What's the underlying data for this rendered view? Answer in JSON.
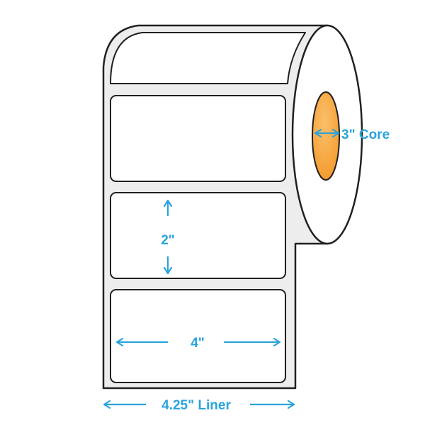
{
  "colors": {
    "dimension": "#2aa3dc",
    "outline": "#231f20",
    "liner": "#ededed",
    "label": "#ffffff",
    "core_fill": "#f39a2c",
    "core_highlight": "#fbc06a"
  },
  "dimensions": {
    "core": "3\" Core",
    "label_height": "2\"",
    "label_width": "4\"",
    "liner_width": "4.25\" Liner"
  },
  "icons": {
    "core_arrow": "double-arrow-horizontal-icon",
    "height_arrow_up": "arrow-up-icon",
    "height_arrow_down": "arrow-down-icon",
    "width_arrow_left": "arrow-left-icon",
    "width_arrow_right": "arrow-right-icon",
    "liner_arrow_left": "arrow-left-icon",
    "liner_arrow_right": "arrow-right-icon"
  }
}
